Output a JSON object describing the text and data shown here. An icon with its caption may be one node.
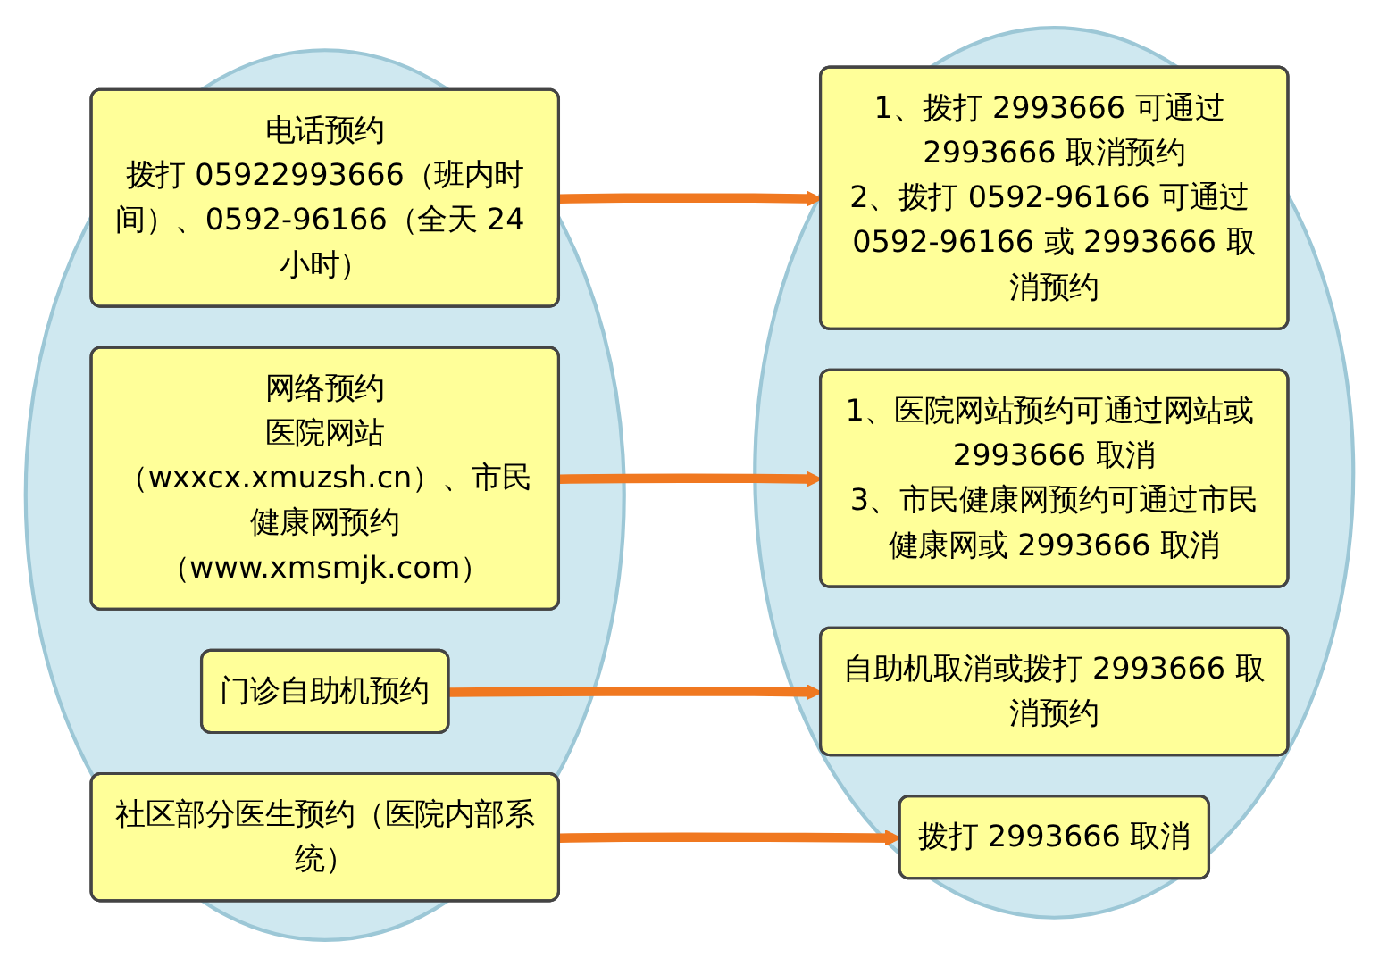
{
  "diagram": {
    "nodes": [
      {
        "text": [],
        "shape": "ellipse"
      },
      {
        "text": [
          "电话预约",
          "拨打 05922993666（班内时间）、0592-96166（全天 24 小时）"
        ],
        "in": 0
      },
      {
        "text": [
          "网络预约",
          "医院网站（wxxcx.xmuzsh.cn）、市民健康网预约（www.xmsmjk.com）"
        ],
        "in": 0
      },
      {
        "text": [
          "门诊自助机预约"
        ],
        "in": 0
      },
      {
        "text": [
          "社区部分医生预约（医院内部系统）"
        ],
        "in": 0
      },
      {
        "text": [],
        "shape": "ellipse"
      },
      {
        "text": [
          "1、拨打 2993666 可通过 2993666 取消预约",
          "2、拨打 0592-96166 可通过 0592-96166 或 2993666 取消预约"
        ],
        "in": 5
      },
      {
        "text": [
          "1、医院网站预约可通过网站或 2993666 取消",
          "3、市民健康网预约可通过市民健康网或 2993666 取消"
        ],
        "in": 5
      },
      {
        "text": [
          "自助机取消或拨打 2993666 取消预约"
        ],
        "in": 5
      },
      {
        "text": [
          "拨打 2993666 取消"
        ],
        "in": 5
      }
    ],
    "edges": [
      {
        "from": 1,
        "to": 6,
        "arrow": "to"
      },
      {
        "from": 2,
        "to": 7,
        "arrow": "to"
      },
      {
        "from": 3,
        "to": 8,
        "arrow": "to"
      },
      {
        "from": 4,
        "to": 9,
        "arrow": "to"
      }
    ]
  }
}
